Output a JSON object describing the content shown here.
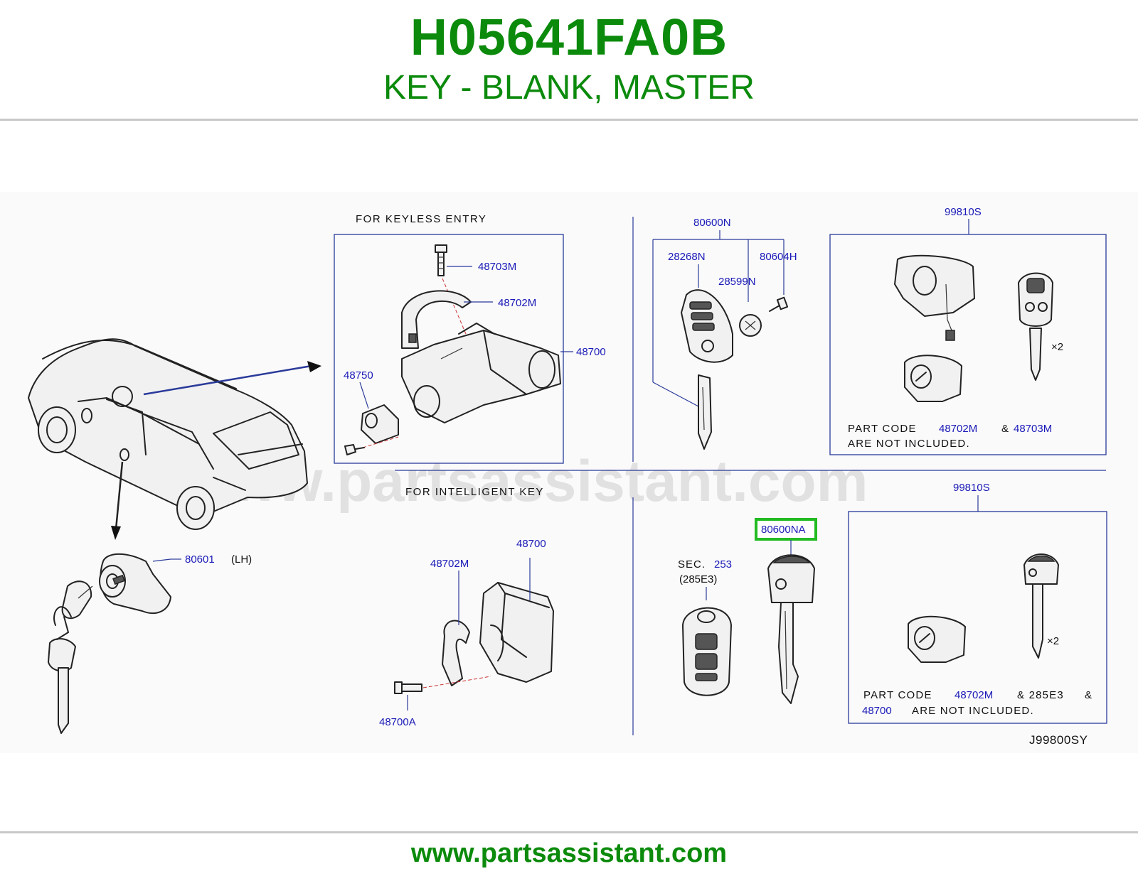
{
  "header": {
    "part_number": "H05641FA0B",
    "part_name": "KEY - BLANK, MASTER"
  },
  "footer": {
    "url": "www.partsassistant.com"
  },
  "watermark": "www.partsassistant.com",
  "diagram": {
    "keyless_section": {
      "title": "FOR   KEYLESS   ENTRY",
      "labels": [
        "48703M",
        "48702M",
        "48700",
        "48750"
      ]
    },
    "intelligent_section": {
      "title": "FOR   INTELLIGENT   KEY",
      "labels": [
        "48700",
        "48702M",
        "48700A"
      ]
    },
    "door_lock": {
      "code": "80601",
      "side": "(LH)"
    },
    "keyless_remote": {
      "group": "80600N",
      "labels": [
        "28268N",
        "28599N",
        "80604H"
      ]
    },
    "intelligent_remote": {
      "sec_prefix": "SEC.",
      "sec_code": "253",
      "sec_sub": "(285E3)",
      "highlighted_part": "80600NA"
    },
    "kit_top": {
      "code": "99810S",
      "qty": "×2",
      "note_line1_a": "PART   CODE",
      "note_code1": "48702M",
      "note_amp": "&",
      "note_code2": "48703M",
      "note_line2": "ARE   NOT   INCLUDED."
    },
    "kit_bottom": {
      "code": "99810S",
      "qty": "×2",
      "note_line1_a": "PART   CODE",
      "note_code1": "48702M",
      "note_mid": "&  285E3",
      "note_amp": "&",
      "note_code2": "48700",
      "note_line2": "ARE   NOT   INCLUDED."
    },
    "diagram_id": "J99800SY"
  },
  "colors": {
    "title_green": "#0b8a0b",
    "label_blue": "#1a1ab8",
    "highlight_green": "#22bb22",
    "rule_gray": "#c8c8c8"
  }
}
